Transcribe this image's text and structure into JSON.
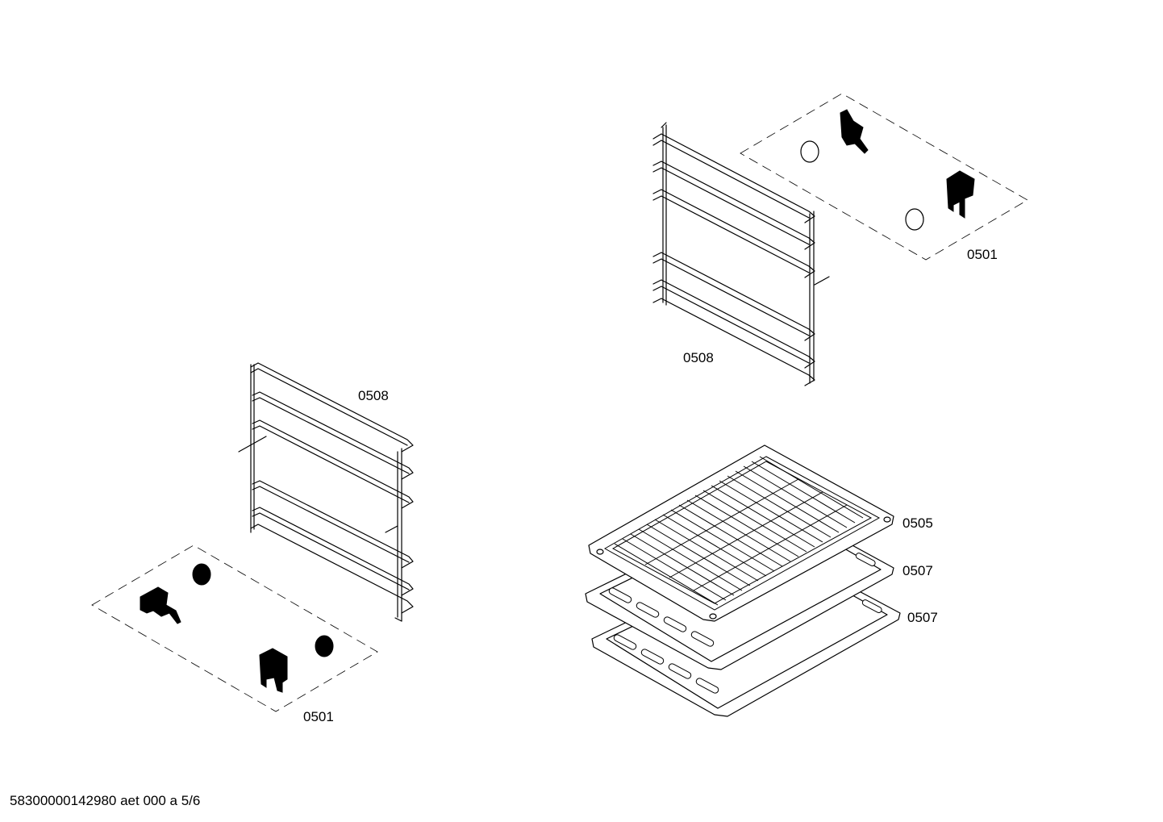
{
  "labels": {
    "left_rack": "0508",
    "left_clips": "0501",
    "right_rack": "0508",
    "right_clips": "0501",
    "grid_shelf": "0505",
    "tray_upper": "0507",
    "tray_lower": "0507"
  },
  "footer": "58300000142980 aet 000 a 5/6"
}
